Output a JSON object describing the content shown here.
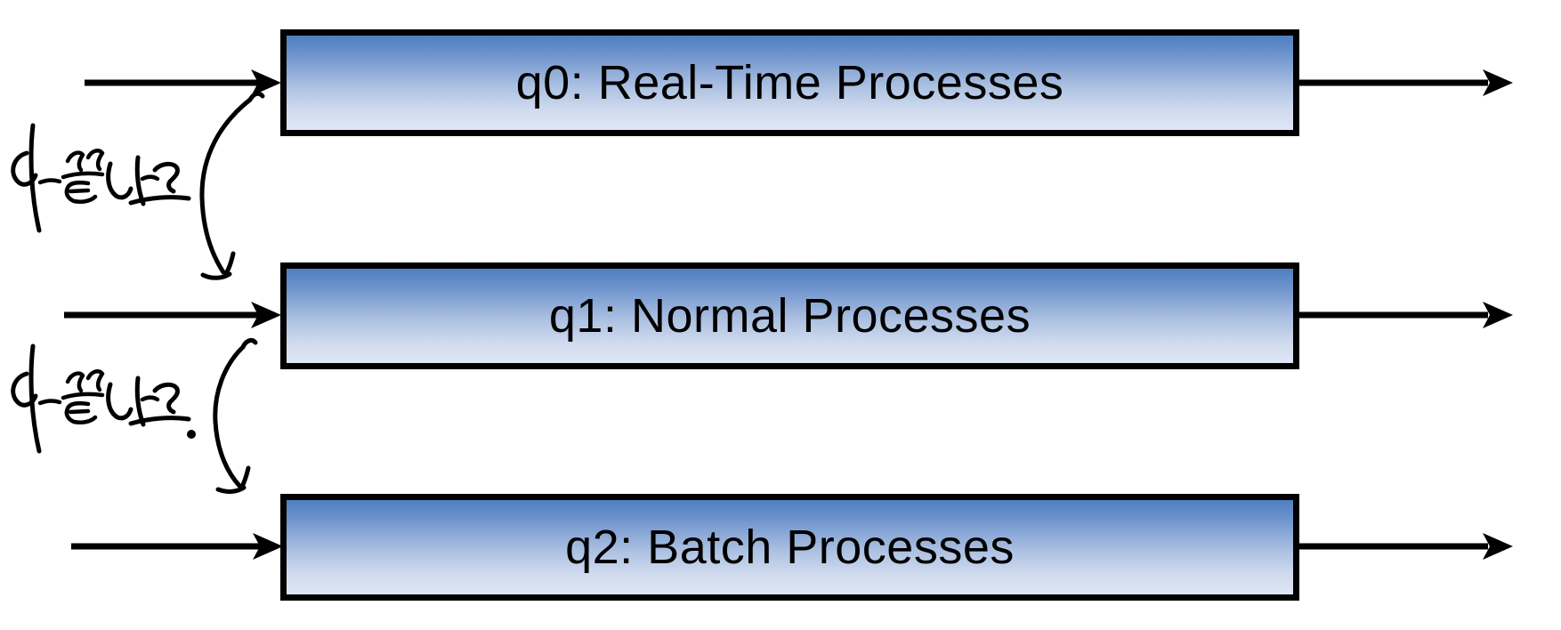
{
  "queues": [
    {
      "label": "q0: Real-Time Processes"
    },
    {
      "label": "q1: Normal Processes"
    },
    {
      "label": "q2: Batch Processes"
    }
  ],
  "annotations": [
    {
      "text": "다 끝나고"
    },
    {
      "text": "다 끝나고."
    }
  ],
  "colors": {
    "box_gradient_top": "#4E7FC0",
    "box_gradient_bottom": "#DFE7F5",
    "box_border": "#000000",
    "arrow": "#000000",
    "background": "#FFFFFF"
  }
}
